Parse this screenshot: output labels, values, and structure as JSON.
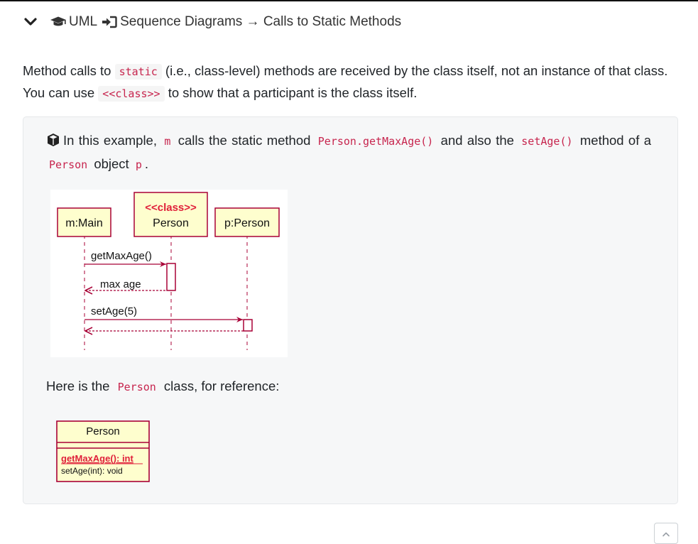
{
  "header": {
    "collapse_icon": "chevron-down-icon",
    "cap_icon": "graduation-cap-icon",
    "part1": "UML",
    "arrow_icon": "sign-in-icon",
    "part2": "Sequence Diagrams → Calls to Static Methods"
  },
  "intro": {
    "t1": "Method calls to ",
    "c1": "static",
    "t2": " (i.e., class-level) methods are received by the class itself, not an instance of that class. You can use ",
    "c2": "<<class>>",
    "t3": " to show that a participant is the class itself."
  },
  "example": {
    "icon": "cube-icon",
    "t1": "In this example, ",
    "c1": "m",
    "t2": " calls the static method ",
    "c2": "Person.getMaxAge()",
    "t3": " and also the ",
    "c3": "setAge()",
    "t4": " method of a ",
    "c4": "Person",
    "t5": " object ",
    "c5": "p",
    "t6": "."
  },
  "sequence_diagram": {
    "participants": {
      "main": "m:Main",
      "person_stereotype": "<<class>>",
      "person_class": "Person",
      "person_obj": "p:Person"
    },
    "messages": {
      "call1": "getMaxAge()",
      "return1": "max age",
      "call2": "setAge(5)"
    },
    "colors": {
      "box_fill": "#fefece",
      "box_border": "#a80036",
      "stereotype_text": "#e0203a"
    }
  },
  "reference": {
    "t1": "Here is the ",
    "c1": "Person",
    "t2": " class, for reference:"
  },
  "class_diagram": {
    "name": "Person",
    "method1": "getMaxAge(): int",
    "method2": "setAge(int): void"
  },
  "scroll_top": {
    "icon": "chevron-up-icon"
  }
}
